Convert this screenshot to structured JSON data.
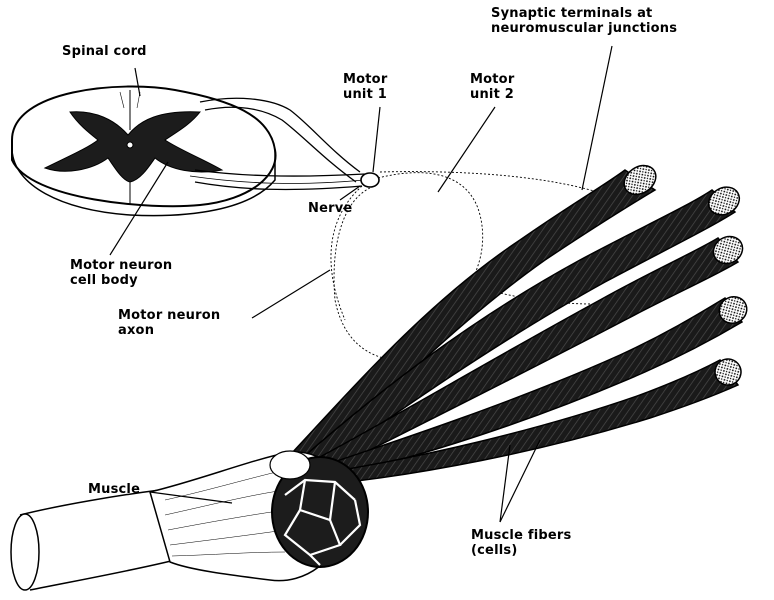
{
  "labels": {
    "spinal_cord": "Spinal cord",
    "motor_unit_1": [
      "Motor",
      "unit 1"
    ],
    "motor_unit_2": [
      "Motor",
      "unit 2"
    ],
    "synaptic_terminals": [
      "Synaptic terminals at",
      "neuromuscular junctions"
    ],
    "nerve": "Nerve",
    "motor_neuron_cell_body": [
      "Motor neuron",
      "cell body"
    ],
    "motor_neuron_axon": [
      "Motor neuron",
      "axon"
    ],
    "muscle": "Muscle",
    "muscle_fibers": [
      "Muscle fibers",
      "(cells)"
    ]
  },
  "colors": {
    "ink": "#000000",
    "tissue": "#2a2a2a",
    "paper": "#ffffff"
  }
}
